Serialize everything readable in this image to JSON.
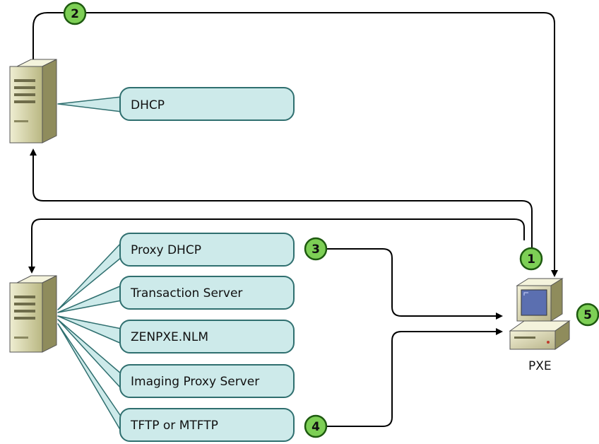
{
  "server_top": {
    "services": [
      "DHCP"
    ]
  },
  "server_bottom": {
    "services": [
      "Proxy DHCP",
      "Transaction Server",
      "ZENPXE.NLM",
      "Imaging Proxy Server",
      "TFTP or MTFTP"
    ]
  },
  "client": {
    "label": "PXE"
  },
  "steps": [
    "1",
    "2",
    "3",
    "4",
    "5"
  ],
  "colors": {
    "callout_fill": "#cdeaea",
    "callout_stroke": "#2f6f6f",
    "step_fill": "#7dcf55",
    "step_stroke": "#1e5a10",
    "line": "#000000",
    "server_body": "#d8d6a8",
    "monitor_screen": "#5b6fb0"
  }
}
